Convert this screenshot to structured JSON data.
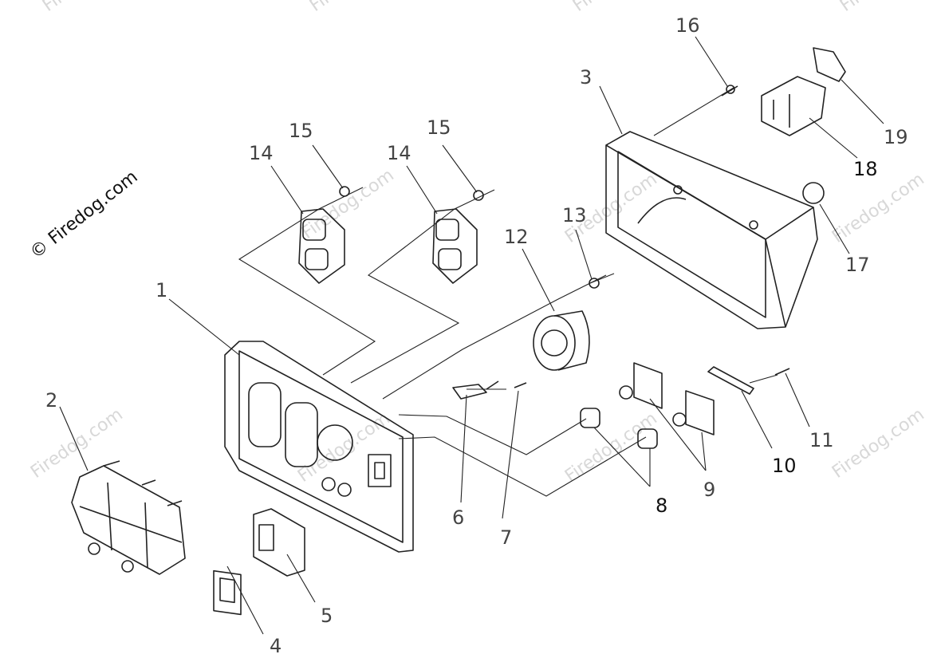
{
  "watermark": "Firedog.com",
  "brand": "© Firedog.com",
  "callouts": {
    "c1": "1",
    "c2": "2",
    "c3": "3",
    "c4": "4",
    "c5": "5",
    "c6": "6",
    "c7": "7",
    "c8": "8",
    "c9": "9",
    "c10": "10",
    "c11": "11",
    "c12": "12",
    "c13": "13",
    "c14a": "14",
    "c14b": "14",
    "c15a": "15",
    "c15b": "15",
    "c16": "16",
    "c17": "17",
    "c18": "18",
    "c19": "19"
  }
}
